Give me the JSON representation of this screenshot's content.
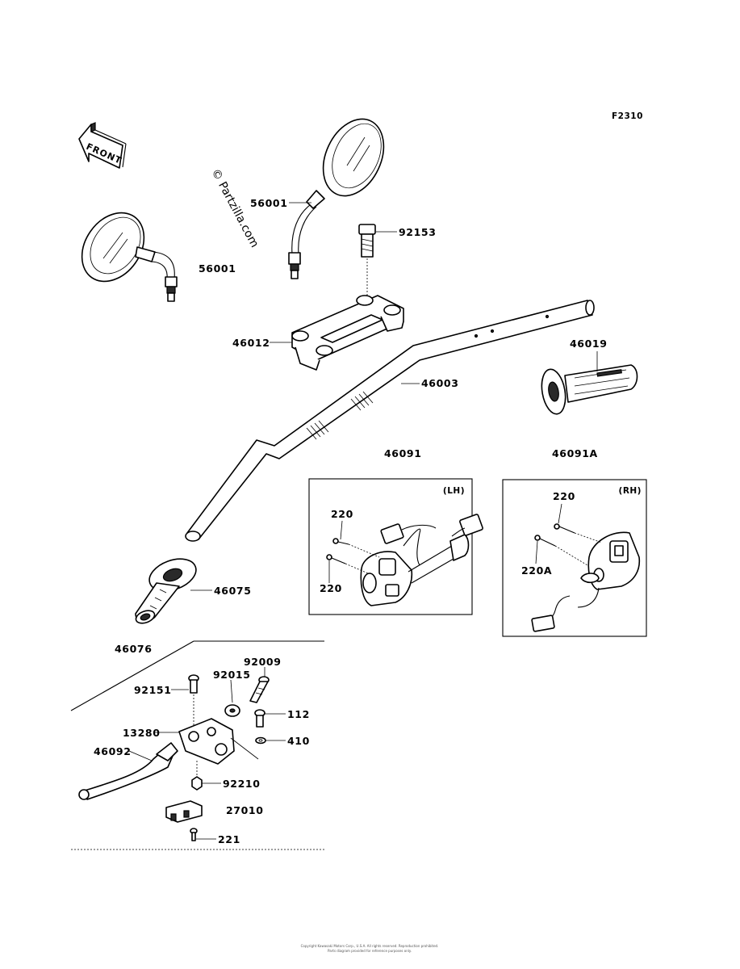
{
  "figure_code": "F2310",
  "watermark": "© Partzilla.com",
  "front_arrow_text": "FRONT",
  "parts": {
    "mirror_right": "56001",
    "mirror_left": "56001",
    "bolt_top": "92153",
    "holder": "46012",
    "handlebar": "46003",
    "grip_right": "46019",
    "switch_lh_ref": "46091",
    "switch_rh_ref": "46091A",
    "grip_left": "46075",
    "lever_assy": "46076",
    "bolt_92009": "92009",
    "collar": "92015",
    "bolt_92151": "92151",
    "screw_112": "112",
    "clamp": "13280",
    "washer_410": "410",
    "lever": "46092",
    "nut": "92210",
    "switch_27010": "27010",
    "screw_221": "221"
  },
  "lh_box": {
    "title": "(LH)",
    "screw_a": "220",
    "screw_b": "220"
  },
  "rh_box": {
    "title": "(RH)",
    "screw_a": "220",
    "screw_b": "220A"
  },
  "footer_line1": "Copyright Kawasaki Motors Corp., U.S.A. All rights reserved. Reproduction prohibited.",
  "footer_line2": "Parts diagram provided for reference purposes only."
}
